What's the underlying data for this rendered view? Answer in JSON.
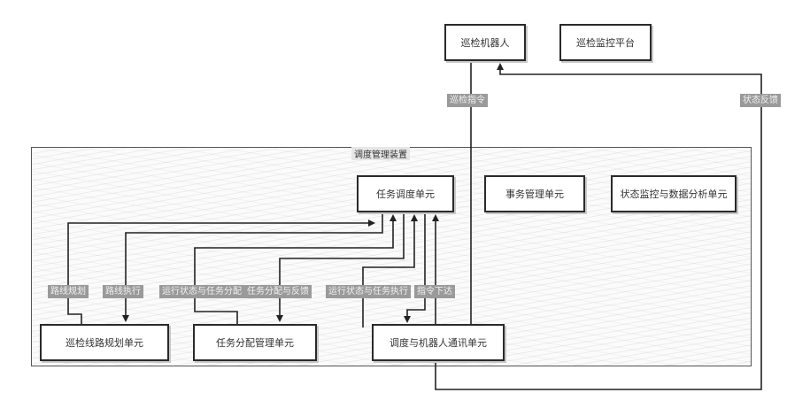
{
  "diagram": {
    "container": {
      "title": "调度管理装置"
    },
    "boxes": {
      "robot": "巡检机器人",
      "platform": "巡检监控平台",
      "task_sched": "任务调度单元",
      "task_mgmt": "事务管理单元",
      "status_monitor": "状态监控与数据分析单元",
      "path_plan": "巡检线路规划单元",
      "task_assign": "任务分配管理单元",
      "robot_comm": "调度与机器人通讯单元"
    },
    "labels": {
      "l1": "路线规划",
      "l2": "路线执行",
      "l3": "运行状态与任务分配",
      "l4": "任务分配与反馈",
      "l5": "运行状态与任务执行",
      "l6": "指令下达",
      "robot_top": "巡检指令",
      "right_side": "状态反馈"
    }
  }
}
